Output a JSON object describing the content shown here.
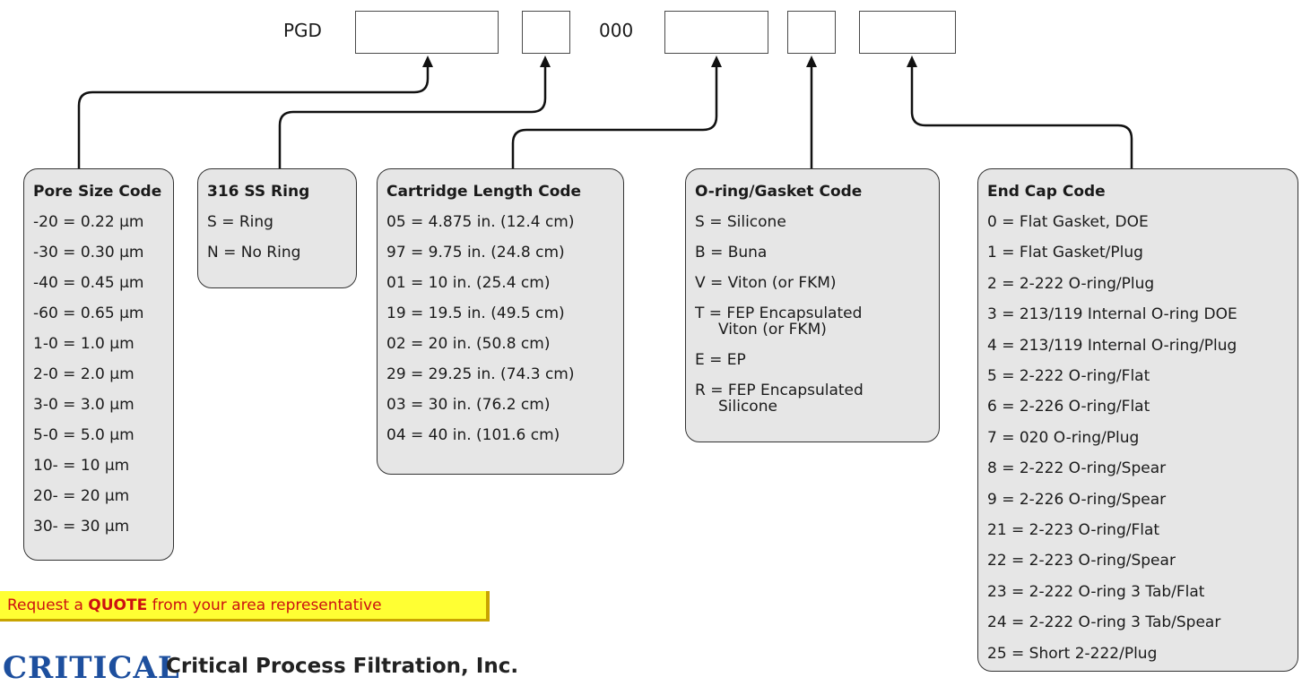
{
  "top_row": {
    "prefix": "PGD",
    "middle": "000"
  },
  "panels": {
    "pore_size": {
      "title": "Pore Size Code",
      "items": [
        "-20 = 0.22 µm",
        "-30 = 0.30 µm",
        "-40 = 0.45 µm",
        "-60 = 0.65 µm",
        "1-0 = 1.0 µm",
        "2-0 = 2.0 µm",
        "3-0 = 3.0 µm",
        "5-0 = 5.0 µm",
        "10- = 10 µm",
        "20- = 20 µm",
        "30- = 30 µm"
      ]
    },
    "ss_ring": {
      "title": "316 SS Ring",
      "items": [
        "S = Ring",
        "N = No Ring"
      ]
    },
    "cartridge_length": {
      "title": "Cartridge Length Code",
      "items": [
        "05 = 4.875 in. (12.4 cm)",
        "97 = 9.75 in. (24.8 cm)",
        "01 = 10 in. (25.4 cm)",
        "19 = 19.5 in. (49.5 cm)",
        "02 = 20 in. (50.8 cm)",
        "29 = 29.25 in. (74.3 cm)",
        "03 = 30 in. (76.2 cm)",
        "04 = 40 in. (101.6 cm)"
      ]
    },
    "oring_gasket": {
      "title": "O-ring/Gasket Code",
      "items": [
        "S = Silicone",
        "B = Buna",
        "V = Viton (or FKM)",
        "T = FEP Encapsulated",
        "Viton (or FKM)",
        "E = EP",
        "R = FEP Encapsulated",
        "Silicone"
      ]
    },
    "end_cap": {
      "title": "End Cap Code",
      "items": [
        "0 = Flat Gasket, DOE",
        "1 = Flat Gasket/Plug",
        "2 = 2-222 O-ring/Plug",
        "3 = 213/119 Internal O-ring DOE",
        "4 = 213/119 Internal O-ring/Plug",
        "5 = 2-222 O-ring/Flat",
        "6 = 2-226 O-ring/Flat",
        "7 = 020 O-ring/Plug",
        "8 = 2-222 O-ring/Spear",
        "9 = 2-226 O-ring/Spear",
        "21 = 2-223 O-ring/Flat",
        "22 = 2-223 O-ring/Spear",
        "23 = 2-222 O-ring 3 Tab/Flat",
        "24 = 2-222 O-ring 3 Tab/Spear",
        "25 = Short 2-222/Plug"
      ]
    }
  },
  "quote": {
    "pre": "Request a ",
    "bold": "QUOTE",
    "post": " from your area representative"
  },
  "footer": {
    "logo_text": "CRITICAL",
    "company": "Critical Process Filtration, Inc."
  },
  "colors": {
    "panel_bg": "#e6e6e6",
    "quote_bg": "#ffff33",
    "quote_text": "#cc1111",
    "logo": "#1d4f9e"
  }
}
